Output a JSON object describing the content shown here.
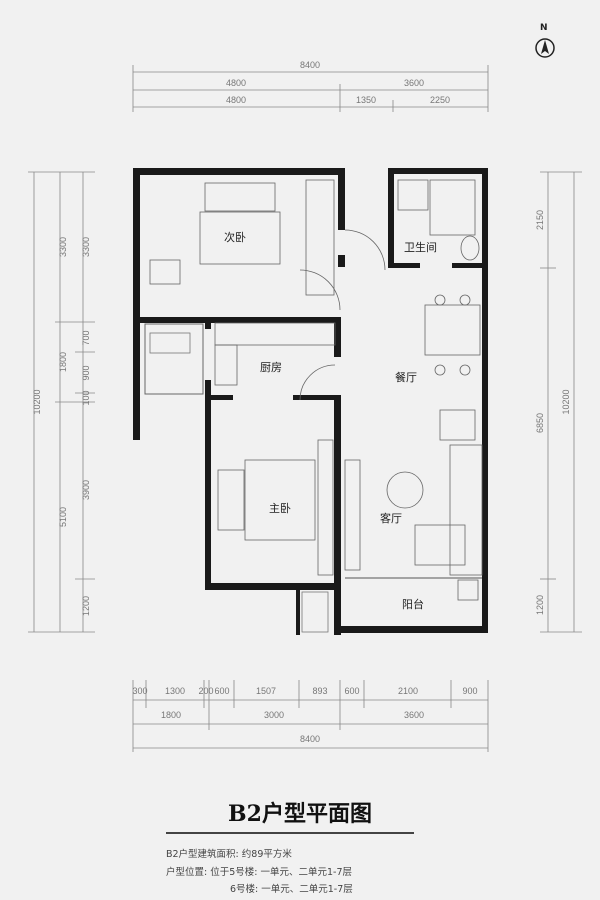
{
  "compass": {
    "label": "N"
  },
  "dimensions": {
    "top": {
      "total": "8400",
      "row2": [
        "4800",
        "3600"
      ],
      "row3": [
        "4800",
        "1350",
        "2250"
      ]
    },
    "bottom": {
      "row1": [
        "300",
        "1300",
        "200",
        "600",
        "1507",
        "893",
        "600",
        "2100",
        "900"
      ],
      "row2": [
        "1800",
        "3000",
        "3600"
      ],
      "total": "8400"
    },
    "left": {
      "total": "10200",
      "col2": [
        "3300",
        "1800",
        "5100"
      ],
      "col3": [
        "3300",
        "700",
        "900",
        "100",
        "3900",
        "1200"
      ]
    },
    "right": {
      "col1": [
        "2150",
        "6850",
        "1200"
      ],
      "total": "10200"
    }
  },
  "rooms": {
    "second_bedroom": "次卧",
    "bathroom": "卫生间",
    "kitchen": "厨房",
    "dining": "餐厅",
    "master_bedroom": "主卧",
    "living": "客厅",
    "balcony": "阳台"
  },
  "title": "B2户型平面图",
  "info": {
    "area": "B2户型建筑面积: 约89平方米",
    "location_1": "户型位置:  位于5号楼:  一单元、二单元1-7层",
    "location_2": "6号楼:  一单元、二单元1-7层"
  }
}
